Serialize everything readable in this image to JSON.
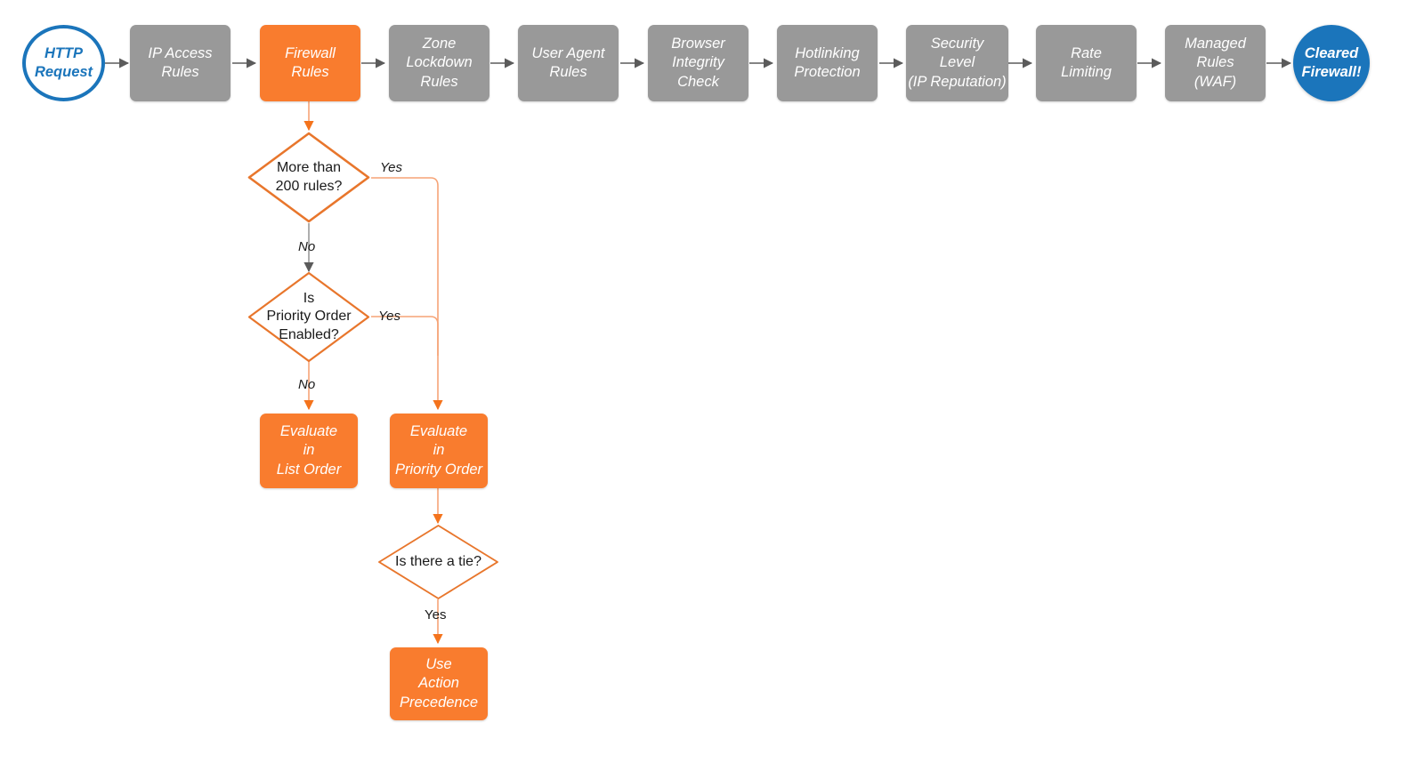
{
  "diagram": {
    "title": "Cloudflare firewall rules evaluation order flowchart",
    "colors": {
      "gray_fill": "#999999",
      "orange_fill": "#F97C2E",
      "blue": "#1B75BB",
      "orange_stroke": "#E8762C",
      "orange_light_stroke": "#F6A477",
      "gray_stroke": "#666666",
      "background": "#FFFFFF"
    }
  },
  "pipeline": {
    "start": {
      "label": "HTTP\nRequest"
    },
    "steps": [
      {
        "label": "IP Access\nRules",
        "fill": "gray"
      },
      {
        "label": "Firewall\nRules",
        "fill": "orange"
      },
      {
        "label": "Zone\nLockdown\nRules",
        "fill": "gray"
      },
      {
        "label": "User Agent\nRules",
        "fill": "gray"
      },
      {
        "label": "Browser\nIntegrity\nCheck",
        "fill": "gray"
      },
      {
        "label": "Hotlinking\nProtection",
        "fill": "gray"
      },
      {
        "label": "Security\nLevel\n(IP Reputation)",
        "fill": "gray"
      },
      {
        "label": "Rate\nLimiting",
        "fill": "gray"
      },
      {
        "label": "Managed\nRules\n(WAF)",
        "fill": "gray"
      }
    ],
    "end": {
      "label": "Cleared\nFirewall!"
    }
  },
  "branch": {
    "decisions": [
      {
        "label": "More than\n200 rules?"
      },
      {
        "label": "Is\nPriority Order\nEnabled?"
      },
      {
        "label": "Is there a tie?"
      }
    ],
    "outcomes": [
      {
        "label": "Evaluate\nin\nList Order"
      },
      {
        "label": "Evaluate\nin\nPriority Order"
      },
      {
        "label": "Use\nAction\nPrecedence"
      }
    ],
    "edge_labels": {
      "more_than_200_yes": "Yes",
      "more_than_200_no": "No",
      "priority_order_yes": "Yes",
      "priority_order_no": "No",
      "tie_yes": "Yes"
    }
  }
}
